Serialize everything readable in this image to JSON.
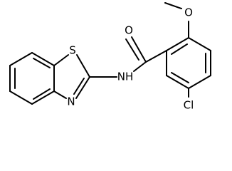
{
  "molecule": {
    "atoms": {
      "S": "S",
      "N_thiazole": "N",
      "NH": "NH",
      "O_carbonyl": "O",
      "O_methoxy": "O",
      "Cl": "Cl"
    }
  }
}
